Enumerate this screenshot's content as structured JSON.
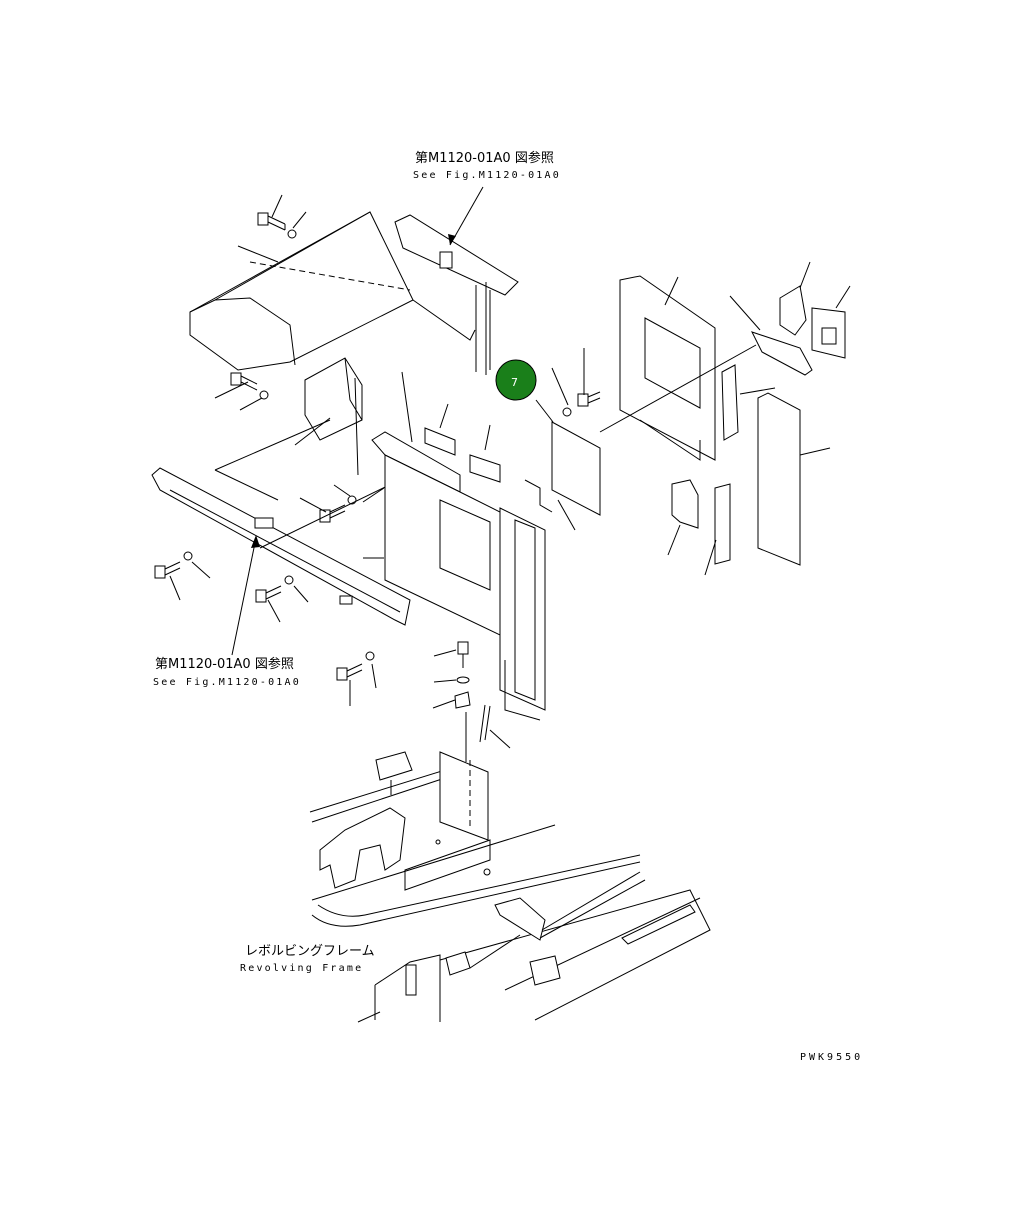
{
  "labels": {
    "ref_top_jp": "第M1120-01A0 図参照",
    "ref_top_en": "See Fig.M1120-01A0",
    "ref_left_jp": "第M1120-01A0 図参照",
    "ref_left_en": "See Fig.M1120-01A0",
    "frame_jp": "レボルビングフレーム",
    "frame_en": "Revolving Frame",
    "drawing_code": "PWK9550"
  },
  "callouts": [
    {
      "number": "7",
      "color": "#1a7f1a"
    }
  ]
}
